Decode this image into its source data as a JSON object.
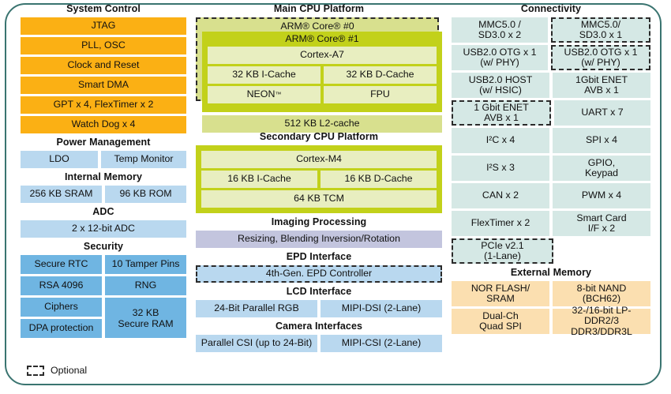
{
  "diagram": {
    "legend": {
      "label": "Optional",
      "swatch": "optional-dashed-box"
    },
    "colors": {
      "border": "#3a7470",
      "orange": "#fbb014",
      "blue_light": "#b9d8ef",
      "blue_medium": "#6fb5e2",
      "teal": "#d5e8e5",
      "peach": "#fbdfb0",
      "lavender": "#c3c5de",
      "olive_dark": "#c2d11a",
      "olive_mid": "#d8e08e",
      "olive_light": "#e8eec0"
    }
  },
  "left": {
    "system_control": {
      "title": "System Control",
      "items": [
        "JTAG",
        "PLL, OSC",
        "Clock and Reset",
        "Smart DMA",
        "GPT x 4, FlexTimer x 2",
        "Watch Dog x 4"
      ]
    },
    "power_management": {
      "title": "Power Management",
      "items": [
        "LDO",
        "Temp Monitor"
      ]
    },
    "internal_memory": {
      "title": "Internal Memory",
      "items": [
        "256 KB SRAM",
        "96 KB ROM"
      ]
    },
    "adc": {
      "title": "ADC",
      "items": [
        "2 x 12-bit ADC"
      ]
    },
    "security": {
      "title": "Security",
      "left_items": [
        "Secure RTC",
        "RSA 4096",
        "Ciphers",
        "DPA protection"
      ],
      "right_items": [
        "10 Tamper Pins",
        "RNG"
      ],
      "secure_ram": "32 KB\nSecure RAM",
      "secure_ram_line1": "32 KB",
      "secure_ram_line2": "Secure RAM"
    }
  },
  "center": {
    "main_cpu": {
      "title": "Main CPU Platform",
      "core0_label": "ARM® Core® #0",
      "core0_optional": true,
      "core1_label": "ARM® Core® #1",
      "cortex": "Cortex-A7",
      "caches": [
        "32 KB I-Cache",
        "32 KB D-Cache"
      ],
      "units_left": "NEON",
      "units_left_tm": "™",
      "units_right": "FPU",
      "l2": "512 KB L2-cache"
    },
    "secondary_cpu": {
      "title": "Secondary CPU Platform",
      "cortex": "Cortex-M4",
      "caches": [
        "16 KB I-Cache",
        "16 KB D-Cache"
      ],
      "tcm": "64 KB TCM"
    },
    "imaging": {
      "title": "Imaging Processing",
      "items": [
        "Resizing, Blending Inversion/Rotation"
      ]
    },
    "epd": {
      "title": "EPD Interface",
      "item": "4th-Gen. EPD Controller",
      "optional": true
    },
    "lcd": {
      "title": "LCD Interface",
      "items": [
        "24-Bit Parallel RGB",
        "MIPI-DSI (2-Lane)"
      ]
    },
    "camera": {
      "title": "Camera Interfaces",
      "items": [
        "Parallel CSI (up to 24-Bit)",
        "MIPI-CSI (2-Lane)"
      ]
    }
  },
  "right": {
    "connectivity": {
      "title": "Connectivity",
      "rows": [
        {
          "left": {
            "line1": "MMC5.0 /",
            "line2": "SD3.0 x 2",
            "optional": false
          },
          "right": {
            "line1": "MMC5.0/",
            "line2": "SD3.0 x 1",
            "optional": true
          }
        },
        {
          "left": {
            "line1": "USB2.0 OTG x 1",
            "line2": "(w/ PHY)",
            "optional": false
          },
          "right": {
            "line1": "USB2.0 OTG x 1",
            "line2": "(w/ PHY)",
            "optional": true
          }
        },
        {
          "left": {
            "line1": "USB2.0 HOST",
            "line2": "(w/ HSIC)",
            "optional": false
          },
          "right": {
            "line1": "1Gbit ENET",
            "line2": "AVB x 1",
            "optional": false
          }
        },
        {
          "left": {
            "line1": "1 Gbit ENET",
            "line2": "AVB x 1",
            "optional": true
          },
          "right": {
            "line1": "UART x 7",
            "line2": "",
            "optional": false
          }
        },
        {
          "left": {
            "line1": "I²C x 4",
            "line2": "",
            "optional": false
          },
          "right": {
            "line1": "SPI x 4",
            "line2": "",
            "optional": false
          }
        },
        {
          "left": {
            "line1": "I²S x 3",
            "line2": "",
            "optional": false
          },
          "right": {
            "line1": "GPIO,",
            "line2": "Keypad",
            "optional": false
          }
        },
        {
          "left": {
            "line1": "CAN x 2",
            "line2": "",
            "optional": false
          },
          "right": {
            "line1": "PWM x 4",
            "line2": "",
            "optional": false
          }
        },
        {
          "left": {
            "line1": "FlexTimer x 2",
            "line2": "",
            "optional": false
          },
          "right": {
            "line1": "Smart Card",
            "line2": "I/F x 2",
            "optional": false
          }
        },
        {
          "left": {
            "line1": "PCIe v2.1",
            "line2": "(1-Lane)",
            "optional": true
          },
          "right": null
        }
      ]
    },
    "external_memory": {
      "title": "External Memory",
      "rows": [
        {
          "left": {
            "line1": "NOR FLASH/",
            "line2": "SRAM"
          },
          "right": {
            "line1": "8-bit NAND",
            "line2": "(BCH62)"
          }
        },
        {
          "left": {
            "line1": "Dual-Ch",
            "line2": "Quad SPI"
          },
          "right": {
            "line1": "32-/16-bit LP-DDR2/3",
            "line2": "DDR3/DDR3L"
          }
        }
      ]
    }
  }
}
